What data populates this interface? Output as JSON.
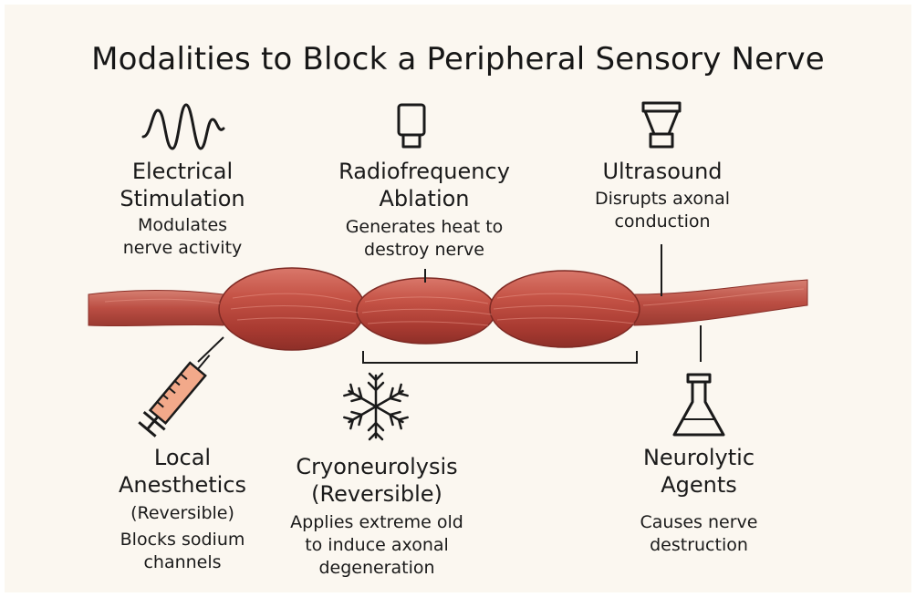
{
  "title": "Modalities to Block a Peripheral Sensory Nerve",
  "modalities": {
    "electrical": {
      "name_line1": "Electrical",
      "name_line2": "Stimulation",
      "desc_line1": "Modulates",
      "desc_line2": "nerve activity",
      "icon": "waveform-icon"
    },
    "radiofrequency": {
      "name_line1": "Radiofrequency",
      "name_line2": "Ablation",
      "desc_line1": "Generates heat to",
      "desc_line2": "destroy nerve",
      "icon": "rf-probe-icon"
    },
    "ultrasound": {
      "name_line1": "Ultrasound",
      "desc_line1": "Disrupts axonal",
      "desc_line2": "conduction",
      "icon": "ultrasound-transducer-icon"
    },
    "local_anesthetics": {
      "name_line1": "Local",
      "name_line2": "Anesthetics",
      "qualifier": "(Reversible)",
      "desc_line1": "Blocks sodium",
      "desc_line2": "channels",
      "icon": "syringe-icon"
    },
    "cryoneurolysis": {
      "name_line1": "Cryoneurolysis",
      "name_line2": "(Reversible)",
      "desc_line1": "Applies extreme old",
      "desc_line2": "to induce axonal",
      "desc_line3": "degeneration",
      "icon": "snowflake-icon"
    },
    "neurolytic": {
      "name_line1": "Neurolytic",
      "name_line2": "Agents",
      "desc_line1": "Causes nerve",
      "desc_line2": "destruction",
      "icon": "flask-icon"
    }
  },
  "colors": {
    "background": "#fbf7f0",
    "nerve": "#b8453b",
    "nerve_highlight": "#d66a5c",
    "syringe_fill": "#f2a98a",
    "ink": "#1a1a1a"
  }
}
